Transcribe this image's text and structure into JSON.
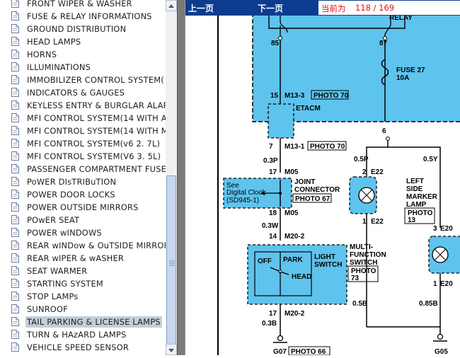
{
  "sidebar": {
    "items": [
      "FRONT WIPER & WASHER",
      "FUSE & RELAY INFORMATIONS",
      "GROUND DISTRIBUTION",
      "HEAD LAMPS",
      "HORNS",
      "ILLUMINATIONS",
      "IMMOBILIZER CONTROL SYSTEM(",
      "INDICATORS & GAUGES",
      "KEYLESS ENTRY & BURGLAR ALAR",
      "MFI CONTROL SYSTEM(14 WITH A",
      "MFI CONTROL SYSTEM(14 WITH M",
      "MFI CONTROL SYSTEM(v6 2. 7L)",
      "MFI CONTROL SYSTEM(V6 3. 5L)",
      "PASSENGER COMPARTMENT FUSE",
      "PoWER DIsTRIBuTION",
      "POWER DOOR LOCKS",
      "POWER OUTSIDE MIRRORS",
      "POwER SEAT",
      "POWER wINDOWS",
      "REAR wINDow & OuTSIDE MIRROR",
      "REAR wIPER & wASHER",
      "SEAT WARMER",
      "STARTING SYSTEM",
      "STOP LAMPs",
      "SUNROOF",
      "TAIL PARKING & LICENSE LAMPS",
      "TURN & HAzARD LAMPS",
      "VEHICLE SPEED SENSOR"
    ],
    "selected_index": 25
  },
  "topbar": {
    "prev_label": "上一页",
    "next_label": "下一页",
    "current_prefix": "当前为",
    "current_value": "118 / 169"
  },
  "colors": {
    "topbar_bg": "#0b3c8e",
    "diagram_fill": "#5ec3ed",
    "page_text": "#e0121e",
    "selected_bg": "#c4ced9"
  },
  "diagram": {
    "relay_label": "RELAY",
    "pin_85": "85",
    "pin_87": "87",
    "fuse_label": "FUSE 27",
    "fuse_rating": "10A",
    "etacm_pin": "15",
    "etacm_connector": "M13-3",
    "etacm_photo": "PHOTO 70",
    "etacm_label": "ETACM",
    "pin_6": "6",
    "pin_7": "7",
    "m13_1": "M13-1",
    "photo_70b": "PHOTO 70",
    "wire_03p": "0.3P",
    "wire_05p": "0.5P",
    "wire_05y": "0.5Y",
    "pin_17a": "17",
    "m05a": "M05",
    "pin_2": "2",
    "e22a": "E22",
    "see_text": "See",
    "digital_clock": "Digital Clock",
    "sd_ref": "(SD945-1)",
    "joint": "JOINT",
    "connector": "CONNECTOR",
    "photo_67": "PHOTO 67",
    "left_side": "LEFT",
    "side": "SIDE",
    "marker": "MARKER",
    "lamp": "LAMP",
    "photo_13a": "PHOTO",
    "photo_13b": "13",
    "pin_18": "18",
    "m05b": "M05",
    "pin_1": "1",
    "e22b": "E22",
    "wire_03w": "0.3W",
    "pin_3": "3",
    "e20a": "E20",
    "pin_14": "14",
    "m20_2a": "M20-2",
    "multi": "MULTI-",
    "function": "FUNCTION",
    "switch": "SWITCH",
    "photo_73a": "PHOTO",
    "photo_73b": "73",
    "light": "LIGHT",
    "light_switch": "SWITCH",
    "off": "OFF",
    "park": "PARK",
    "head": "HEAD",
    "pin_1b": "1",
    "e20b": "E20",
    "wire_05b": "0.5B",
    "wire_085b": "0.85B",
    "pin_17b": "17",
    "m20_2b": "M20-2",
    "wire_03b": "0.3B",
    "g07": "G07",
    "photo_66": "PHOTO 66",
    "g05": "G05"
  }
}
